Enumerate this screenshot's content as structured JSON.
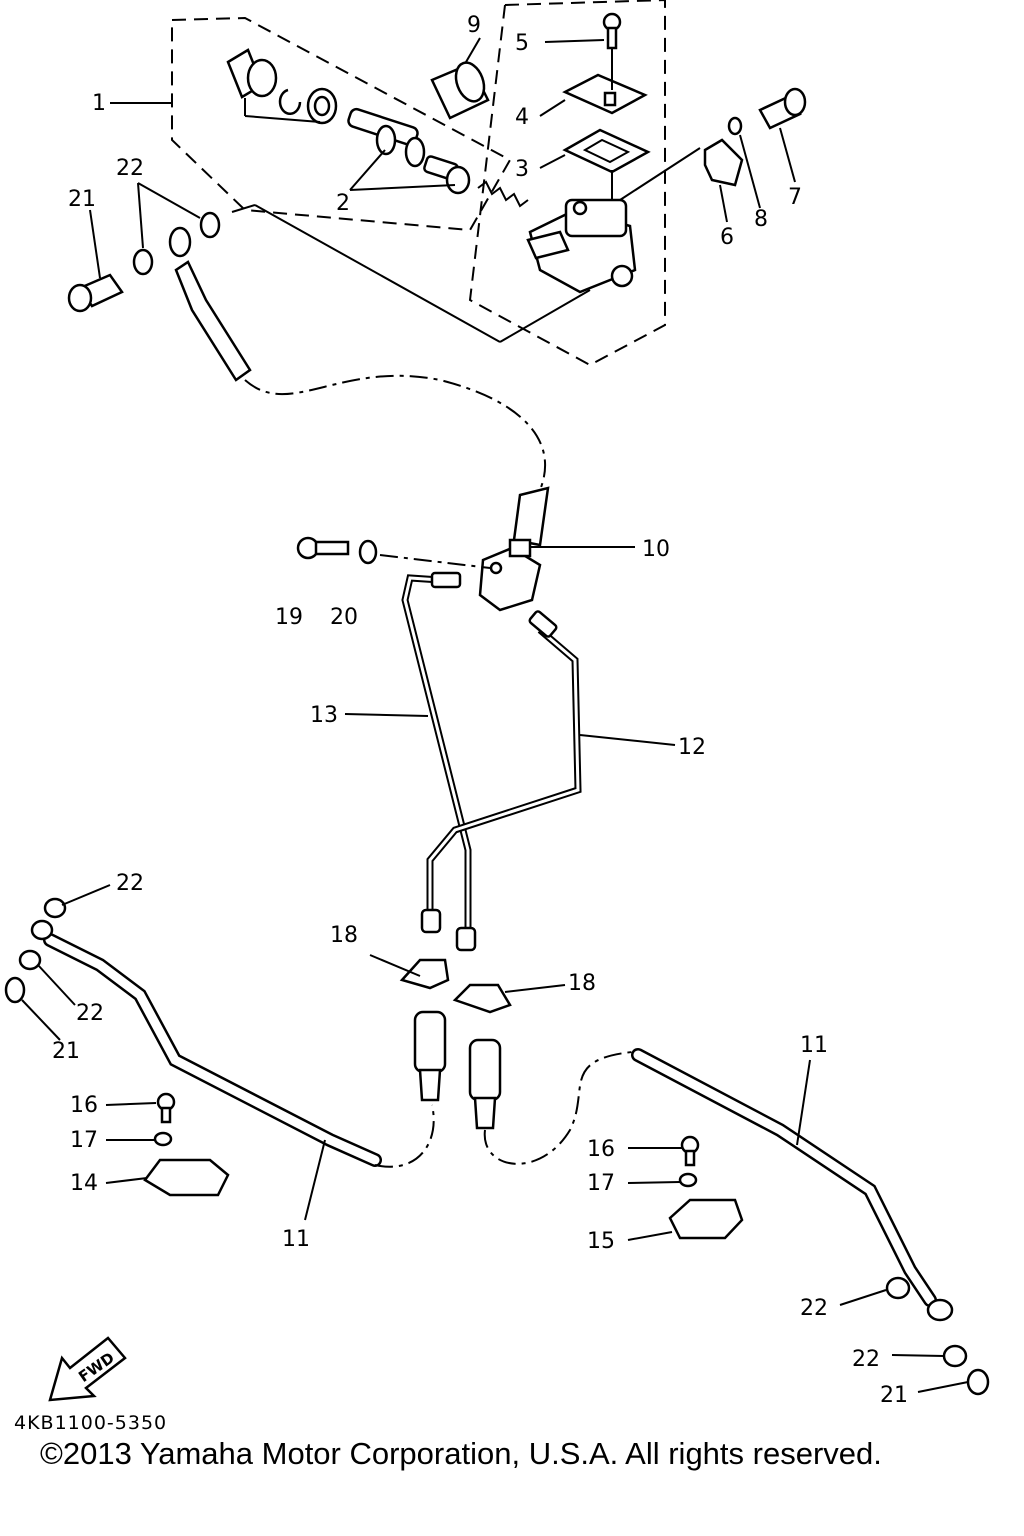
{
  "diagram": {
    "catalog_code": "4KB1100-5350",
    "copyright": "©2013 Yamaha Motor Corporation, U.S.A. All rights reserved.",
    "fwd_label": "FWD",
    "callouts": [
      {
        "id": "c1",
        "text": "1"
      },
      {
        "id": "c2",
        "text": "2"
      },
      {
        "id": "c3",
        "text": "3"
      },
      {
        "id": "c4",
        "text": "4"
      },
      {
        "id": "c5",
        "text": "5"
      },
      {
        "id": "c6",
        "text": "6"
      },
      {
        "id": "c7",
        "text": "7"
      },
      {
        "id": "c8",
        "text": "8"
      },
      {
        "id": "c9",
        "text": "9"
      },
      {
        "id": "c10",
        "text": "10"
      },
      {
        "id": "c11a",
        "text": "11"
      },
      {
        "id": "c11b",
        "text": "11"
      },
      {
        "id": "c12",
        "text": "12"
      },
      {
        "id": "c13",
        "text": "13"
      },
      {
        "id": "c14",
        "text": "14"
      },
      {
        "id": "c15",
        "text": "15"
      },
      {
        "id": "c16a",
        "text": "16"
      },
      {
        "id": "c16b",
        "text": "16"
      },
      {
        "id": "c17a",
        "text": "17"
      },
      {
        "id": "c17b",
        "text": "17"
      },
      {
        "id": "c18a",
        "text": "18"
      },
      {
        "id": "c18b",
        "text": "18"
      },
      {
        "id": "c19",
        "text": "19"
      },
      {
        "id": "c20",
        "text": "20"
      },
      {
        "id": "c21a",
        "text": "21"
      },
      {
        "id": "c21b",
        "text": "21"
      },
      {
        "id": "c21c",
        "text": "21"
      },
      {
        "id": "c22a",
        "text": "22"
      },
      {
        "id": "c22b",
        "text": "22"
      },
      {
        "id": "c22c",
        "text": "22"
      },
      {
        "id": "c22d",
        "text": "22"
      },
      {
        "id": "c22e",
        "text": "22"
      }
    ]
  }
}
